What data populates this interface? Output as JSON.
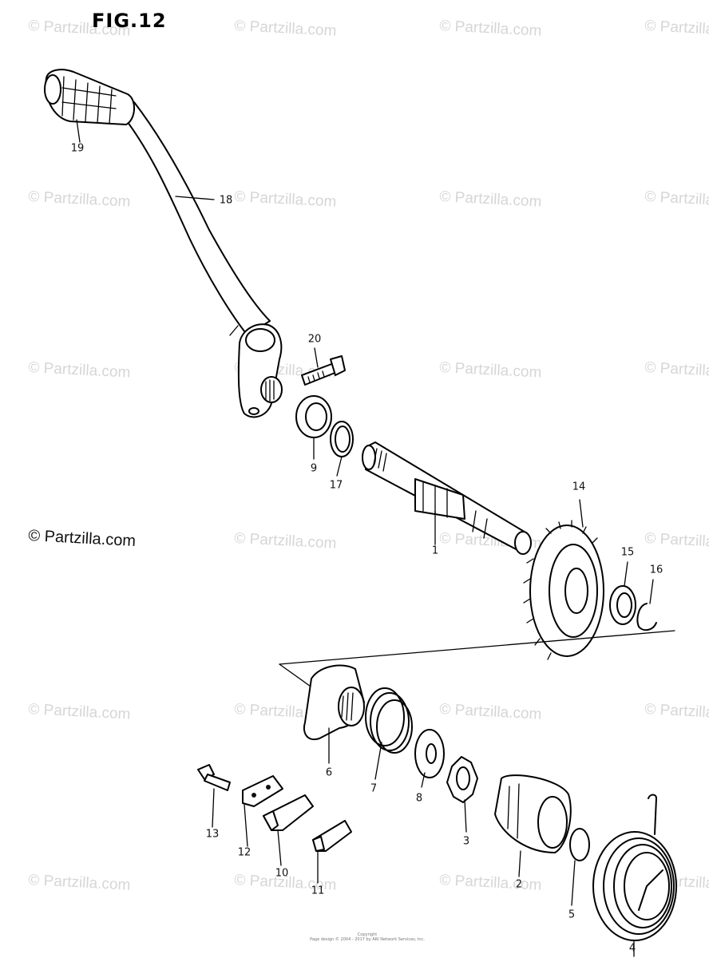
{
  "figure": {
    "title": "FIG.12"
  },
  "watermark": {
    "text": "© Partzilla.com"
  },
  "footer": {
    "line1": "Copyright",
    "line2": "Page design © 2004 - 2017 by ARI Network Services, Inc."
  },
  "callouts": [
    {
      "id": "1",
      "label": "1"
    },
    {
      "id": "2",
      "label": "2"
    },
    {
      "id": "3",
      "label": "3"
    },
    {
      "id": "4",
      "label": "4"
    },
    {
      "id": "5",
      "label": "5"
    },
    {
      "id": "6",
      "label": "6"
    },
    {
      "id": "7",
      "label": "7"
    },
    {
      "id": "8",
      "label": "8"
    },
    {
      "id": "9",
      "label": "9"
    },
    {
      "id": "10",
      "label": "10"
    },
    {
      "id": "11",
      "label": "11"
    },
    {
      "id": "12",
      "label": "12"
    },
    {
      "id": "13",
      "label": "13"
    },
    {
      "id": "14",
      "label": "14"
    },
    {
      "id": "15",
      "label": "15"
    },
    {
      "id": "16",
      "label": "16"
    },
    {
      "id": "17",
      "label": "17"
    },
    {
      "id": "18",
      "label": "18"
    },
    {
      "id": "19",
      "label": "19"
    },
    {
      "id": "20",
      "label": "20"
    }
  ]
}
